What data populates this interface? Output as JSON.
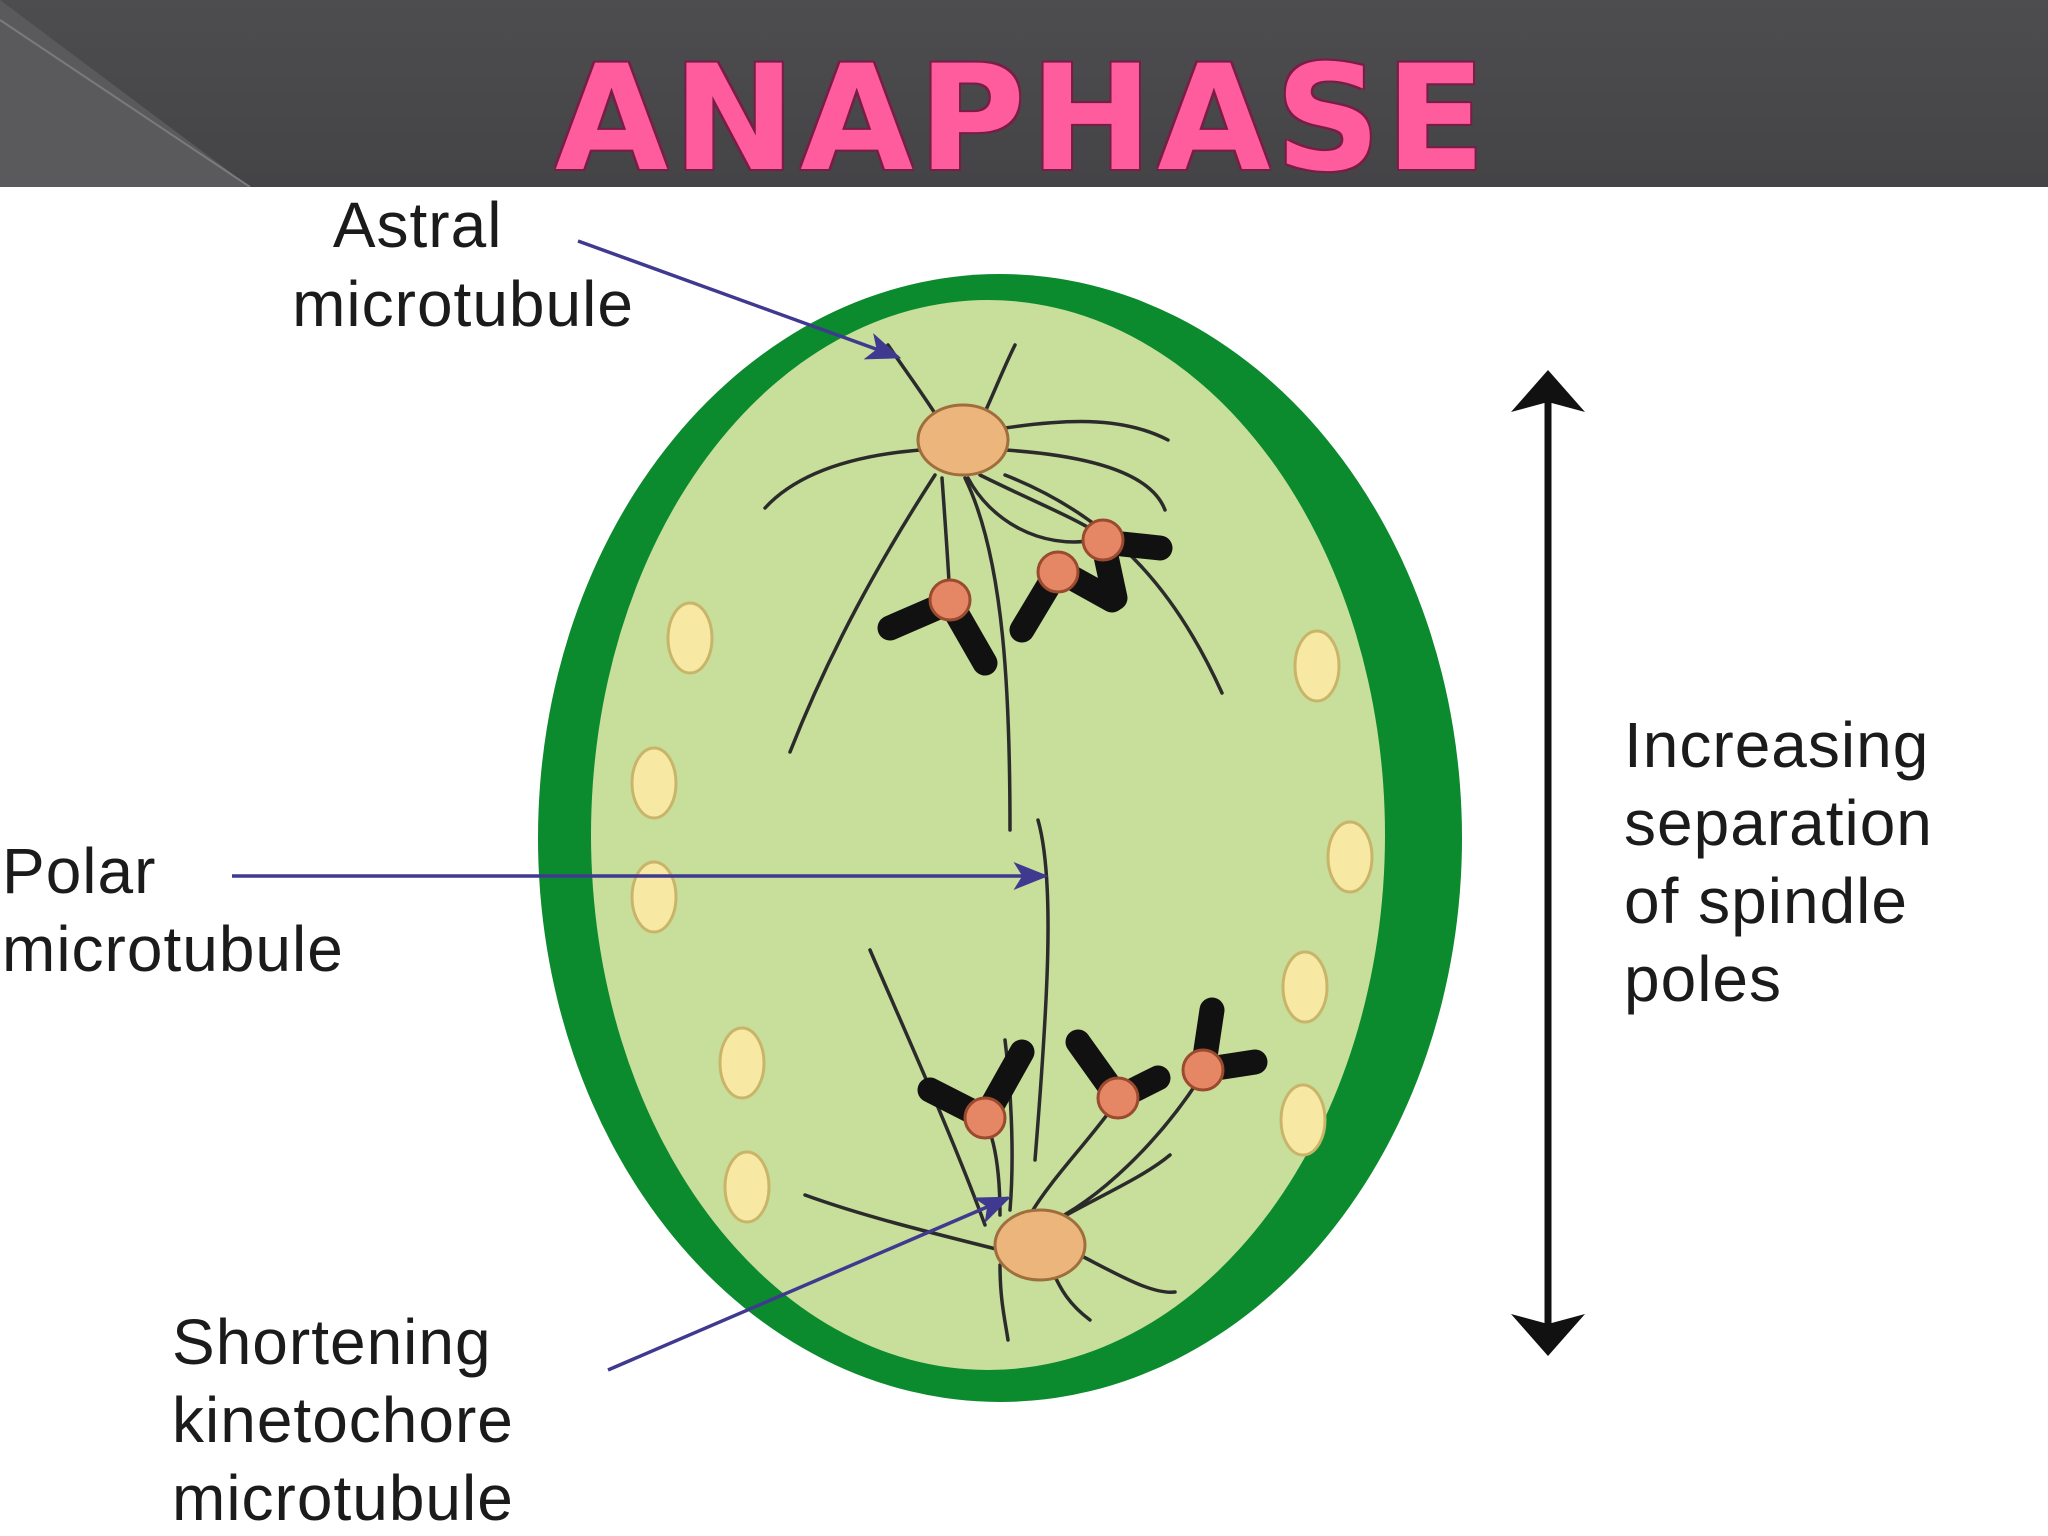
{
  "title": "ANAPHASE",
  "labels": {
    "astral": [
      "Astral",
      "microtubule"
    ],
    "polar": [
      "Polar",
      "microtubule"
    ],
    "kinetochore": [
      "Shortening",
      "kinetochore",
      "microtubule"
    ],
    "separation": [
      "Increasing",
      "separation",
      "of spindle",
      "poles"
    ]
  },
  "colors": {
    "title": "#ff5c9d",
    "title_bar": "#4a4a4c",
    "cell_wall": "#0b8a2e",
    "cytoplasm": "#c7df9a",
    "pointer": "#3f3a8f",
    "centrosome": "#ecb57c",
    "kinetochore": "#e58664",
    "organelle": "#f7e8a3"
  }
}
